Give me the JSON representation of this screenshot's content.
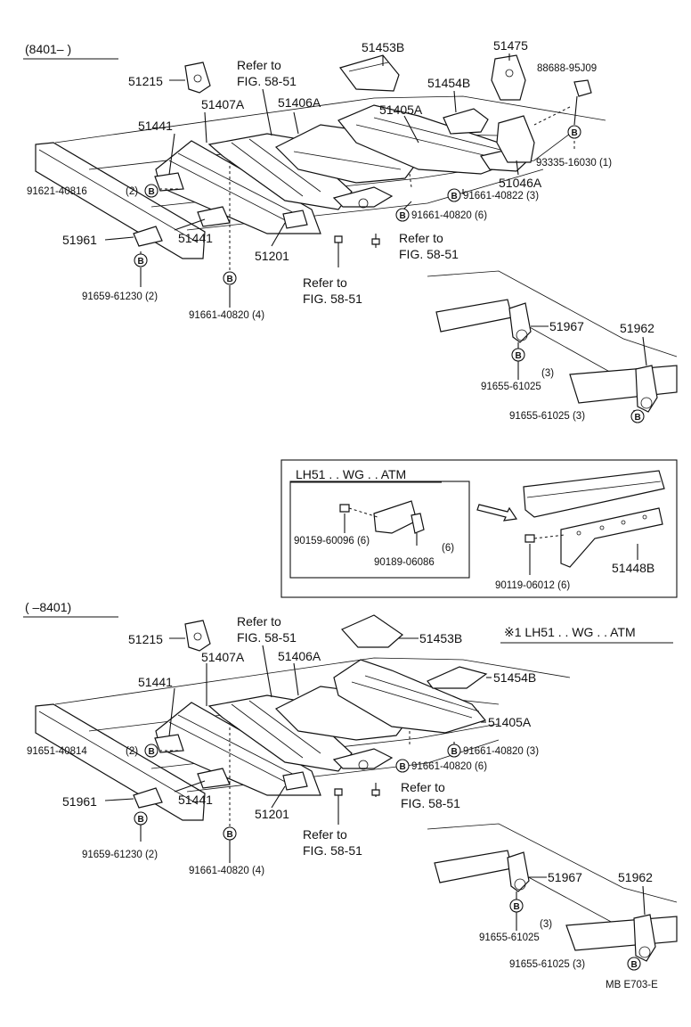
{
  "bolt_marker": "B",
  "top": {
    "range": "(8401–      )",
    "parts": {
      "p51215": "51215",
      "p51407A": "51407A",
      "p51406A": "51406A",
      "p51453B": "51453B",
      "p51475": "51475",
      "p88688": "88688-95J09",
      "p51454B": "51454B",
      "p51405A": "51405A",
      "p51441a": "51441",
      "p51441b": "51441",
      "p93335": "93335-16030 (1)",
      "p51046A": "51046A",
      "p91621": "91621-40816",
      "p91621q": "(2)",
      "p91661_3": "91661-40822 (3)",
      "p91661_6": "91661-40820 (6)",
      "p51961": "51961",
      "p51201": "51201",
      "p91659": "91659-61230 (2)",
      "p91661_4": "91661-40820 (4)",
      "p51967": "51967",
      "p51962": "51962",
      "p91655a": "91655-61025",
      "p91655aq": "(3)",
      "p91655b": "91655-61025 (3)"
    },
    "refer1": [
      "Refer to",
      "FIG. 58-51"
    ],
    "refer2": [
      "Refer to",
      "FIG. 58-51"
    ],
    "refer3": [
      "Refer to",
      "FIG. 58-51"
    ]
  },
  "inset": {
    "title": "LH51 . . WG . . ATM",
    "p90159": "90159-60096 (6)",
    "p90189q": "(6)",
    "p90189": "90189-06086",
    "p90119": "90119-06012 (6)",
    "p51448B": "51448B"
  },
  "bottom": {
    "range": "(      –8401)",
    "note": "※1 LH51 . . WG . . ATM",
    "parts": {
      "p51215": "51215",
      "p51407A": "51407A",
      "p51406A": "51406A",
      "p51453B": "51453B",
      "p51454B": "51454B",
      "p51405A": "51405A",
      "p51441a": "51441",
      "p51441b": "51441",
      "p91651": "91651-40814",
      "p91651q": "(2)",
      "p91661_3": "91661-40820 (3)",
      "p91661_6": "91661-40820 (6)",
      "p51961": "51961",
      "p51201": "51201",
      "p91659": "91659-61230 (2)",
      "p91661_4": "91661-40820 (4)",
      "p51967": "51967",
      "p51962": "51962",
      "p91655a": "91655-61025",
      "p91655aq": "(3)",
      "p91655b": "91655-61025 (3)"
    },
    "refer1": [
      "Refer to",
      "FIG. 58-51"
    ],
    "refer2": [
      "Refer to",
      "FIG. 58-51"
    ],
    "refer3": [
      "Refer to",
      "FIG. 58-51"
    ]
  },
  "footer_code": "MB  E703-E"
}
